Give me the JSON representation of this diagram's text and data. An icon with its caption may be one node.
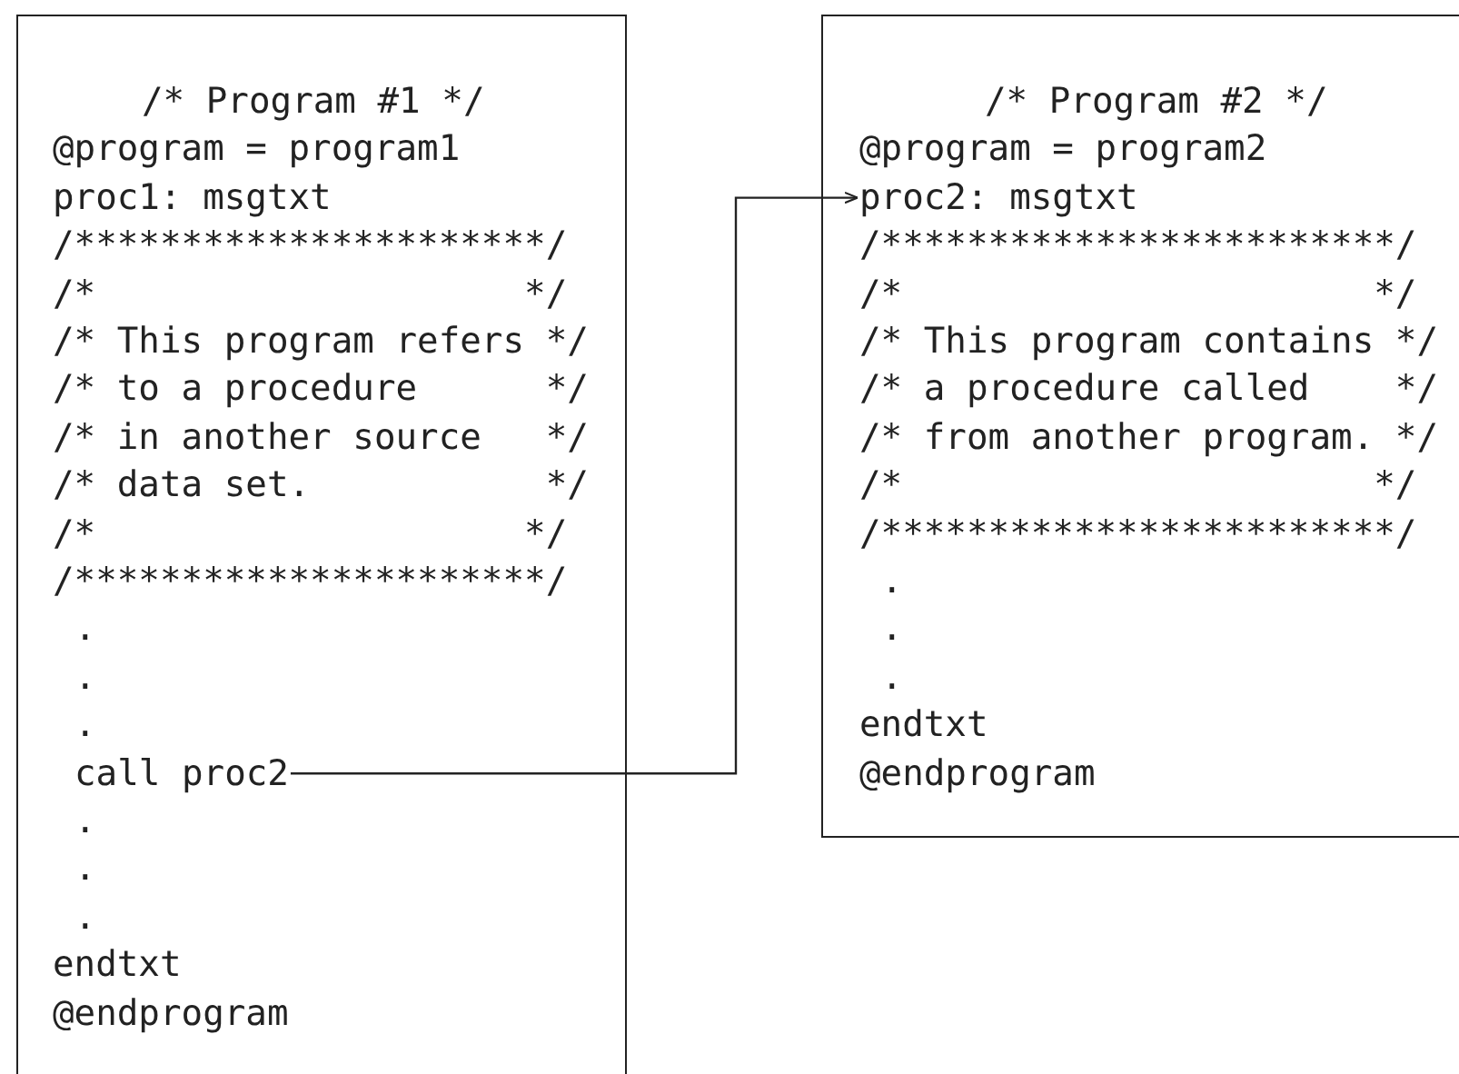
{
  "diagram": {
    "nodes": [
      {
        "text": [
          "/* Program #1 */",
          "@program = program1",
          "proc1: msgtxt",
          "/**********************/",
          "/*                    */",
          "/* This program refers */",
          "/* to a procedure      */",
          "/* in another source   */",
          "/* data set.           */",
          "/*                    */",
          "/**********************/",
          ".",
          ".",
          ".",
          ".",
          ".",
          ".",
          "endtxt",
          "@endprogram"
        ]
      },
      {
        "text": [
          "call proc2"
        ],
        "in": 0
      },
      {
        "text": [
          "/* Program #2 */",
          "@program = program2",
          "/************************/",
          "/*                      */",
          "/* This program contains */",
          "/* a procedure called    */",
          "/* from another program. */",
          "/*                      */",
          "/************************/",
          ".",
          ".",
          ".",
          "endtxt",
          "@endprogram"
        ]
      },
      {
        "text": [
          "proc2: msgtxt"
        ],
        "in": 2
      }
    ],
    "edges": [
      {
        "from": 1,
        "to": 3,
        "arrow": "to"
      }
    ]
  }
}
